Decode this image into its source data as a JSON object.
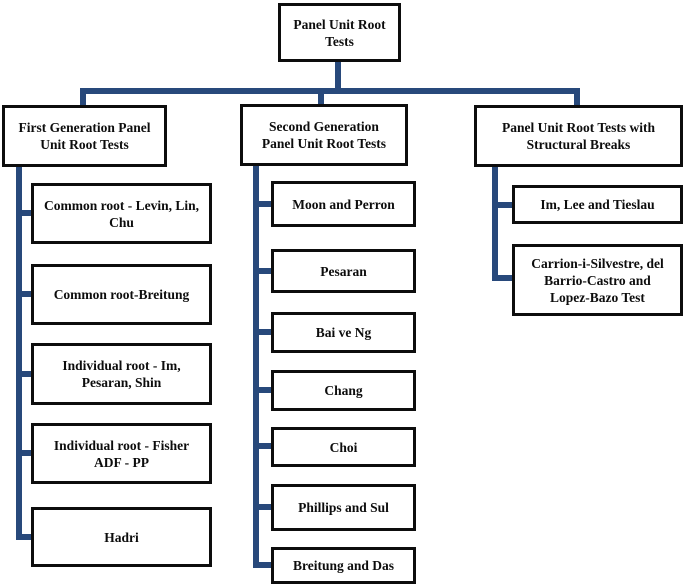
{
  "figure": {
    "title": "Panel Unit Root Tests",
    "root_label": "Panel Unit Root\nTests"
  },
  "branches": [
    {
      "label": "First Generation Panel\nUnit Root Tests",
      "children": [
        {
          "label": "Common root - Levin, Lin,\nChu"
        },
        {
          "label": "Common root-Breitung"
        },
        {
          "label": "Individual root - Im,\nPesaran, Shin"
        },
        {
          "label": "Individual root - Fisher\nADF - PP"
        },
        {
          "label": "Hadri"
        }
      ]
    },
    {
      "label": "Second Generation\nPanel Unit Root Tests",
      "children": [
        {
          "label": "Moon and Perron"
        },
        {
          "label": "Pesaran"
        },
        {
          "label": "Bai ve Ng"
        },
        {
          "label": "Chang"
        },
        {
          "label": "Choi"
        },
        {
          "label": "Phillips and Sul"
        },
        {
          "label": "Breitung and Das"
        }
      ]
    },
    {
      "label": "Panel Unit Root Tests with\nStructural Breaks",
      "children": [
        {
          "label": "Im, Lee and Tieslau"
        },
        {
          "label": "Carrion-i-Silvestre, del\nBarrio-Castro and\nLopez-Bazo Test"
        }
      ]
    }
  ],
  "colors": {
    "connector": "#28497B",
    "box_border": "#0d0d0d",
    "box_fill": "#ffffff",
    "text": "#0d0d0d"
  }
}
